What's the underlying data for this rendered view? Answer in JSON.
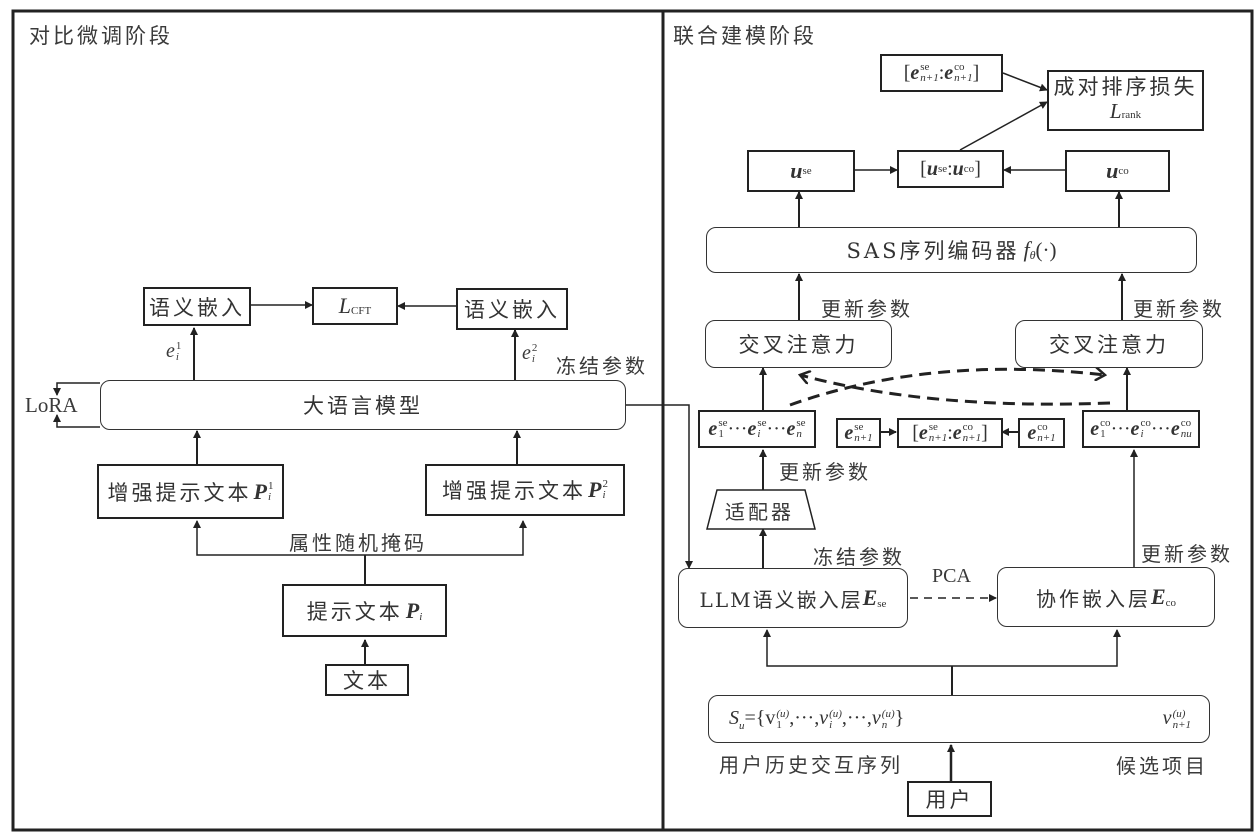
{
  "left_panel": {
    "title": "对比微调阶段",
    "semantic_embed_left": "语义嵌入",
    "semantic_embed_right": "语义嵌入",
    "loss_cft": {
      "main": "L",
      "sub": "CFT"
    },
    "e1_label": {
      "main": "e",
      "sup": "1",
      "sub": "i"
    },
    "e2_label": {
      "main": "e",
      "sup": "2",
      "sub": "i"
    },
    "freeze_params": "冻结参数",
    "lora": "LoRA",
    "llm": "大语言模型",
    "aug_prompt_1": {
      "text": "增强提示文本",
      "main": "P",
      "sup": "1",
      "sub": "i"
    },
    "aug_prompt_2": {
      "text": "增强提示文本",
      "main": "P",
      "sup": "2",
      "sub": "i"
    },
    "attr_mask": "属性随机掩码",
    "prompt_text": {
      "text": "提示文本",
      "main": "P",
      "sub": "i"
    },
    "text": "文本"
  },
  "right_panel": {
    "title": "联合建模阶段",
    "candidate_concat": {
      "open": "[",
      "a": "e",
      "a_sup": "se",
      "a_sub": "n+1",
      "sep": ":",
      "b": "e",
      "b_sup": "co",
      "b_sub": "n+1",
      "close": "]"
    },
    "rank_loss": {
      "text": "成对排序损失",
      "main": "L",
      "sub": "rank"
    },
    "u_se": {
      "main": "u",
      "sup": "se"
    },
    "u_concat": {
      "open": "[",
      "a": "u",
      "a_sup": "se",
      "sep": ":",
      "b": "u",
      "b_sup": "co",
      "close": "]"
    },
    "u_co": {
      "main": "u",
      "sup": "co"
    },
    "sas_encoder": {
      "text": "SAS序列编码器",
      "main": "f",
      "sub": "θ",
      "tail": "(·)"
    },
    "update_params_left": "更新参数",
    "update_params_right": "更新参数",
    "cross_attn_left": "交叉注意力",
    "cross_attn_right": "交叉注意力",
    "seq_se": {
      "e": "e",
      "sup": "se",
      "s1": "1",
      "si": "i",
      "sn": "n",
      "dots": "···"
    },
    "cand_se": {
      "main": "e",
      "sup": "se",
      "sub": "n+1"
    },
    "cand_concat": {
      "open": "[",
      "a": "e",
      "a_sup": "se",
      "a_sub": "n+1",
      "sep": ":",
      "b": "e",
      "b_sup": "co",
      "b_sub": "n+1",
      "close": "]"
    },
    "cand_co": {
      "main": "e",
      "sup": "co",
      "sub": "n+1"
    },
    "seq_co": {
      "e": "e",
      "sup": "co",
      "s1": "1",
      "si": "i",
      "sn": "nu",
      "dots": "···"
    },
    "update_params_adapter": "更新参数",
    "adapter": "适配器",
    "freeze_params": "冻结参数",
    "pca": "PCA",
    "update_params_co": "更新参数",
    "llm_embed": {
      "text": "LLM语义嵌入层",
      "main": "E",
      "sub": "se"
    },
    "co_embed": {
      "text": "协作嵌入层",
      "main": "E",
      "sub": "co"
    },
    "sequence": {
      "S": "S",
      "S_sub": "u",
      "body": "={v",
      "v": "v",
      "sup": "(u)",
      "s1": "1",
      "si": "i",
      "sn": "n",
      "cand_sub": "n+1",
      "dots": "···"
    },
    "history_label": "用户历史交互序列",
    "candidate_label": "候选项目",
    "user": "用户"
  }
}
